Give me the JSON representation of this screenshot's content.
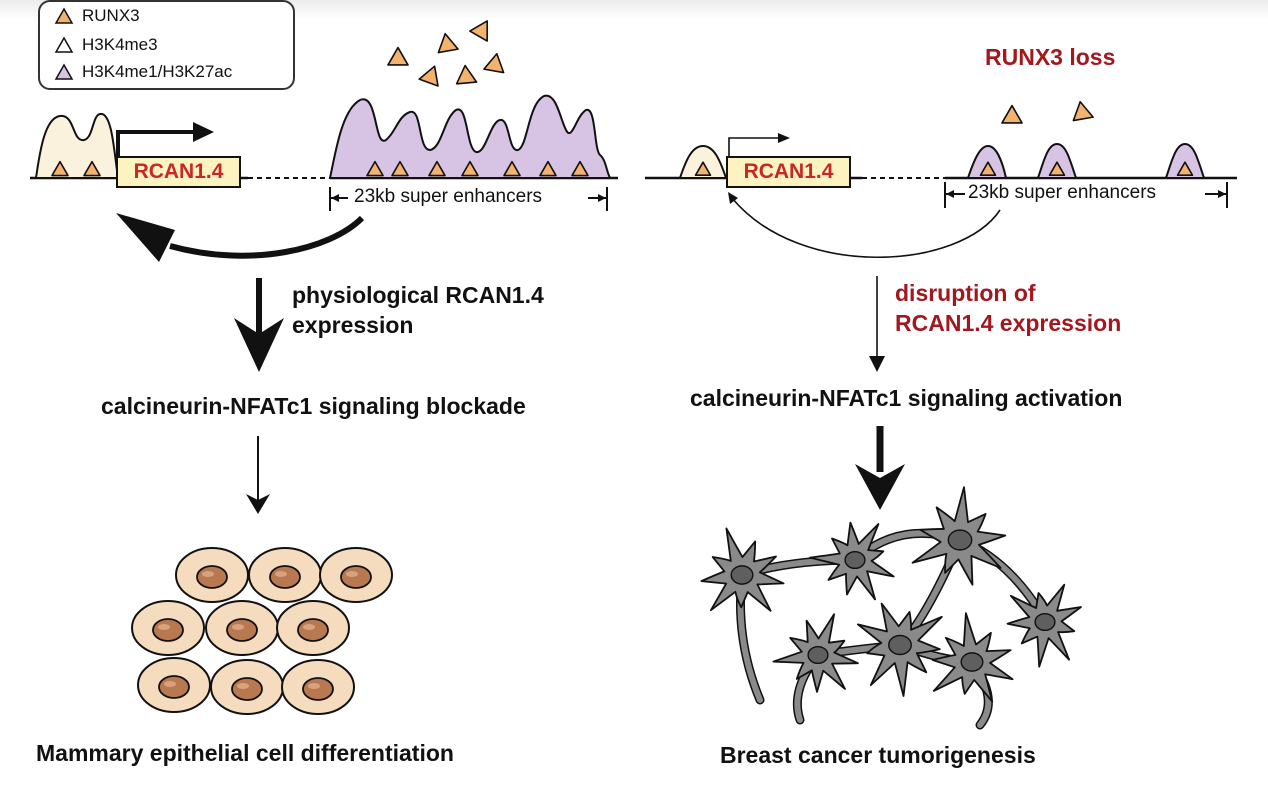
{
  "legend": {
    "items": [
      {
        "label": "RUNX3",
        "fill": "#f3b26e"
      },
      {
        "label": "H3K4me3",
        "fill": "#ffffff"
      },
      {
        "label": "H3K4me1/H3K27ac",
        "fill": "#d7c3e3"
      }
    ]
  },
  "left": {
    "gene_label": "RCAN1.4",
    "enhancer_span_label": "23kb super enhancers",
    "step1_label": "physiological RCAN1.4\nexpression",
    "pathway_label": "calcineurin-NFATc1 signaling blockade",
    "outcome_label": "Mammary epithelial cell differentiation"
  },
  "right": {
    "condition_label": "RUNX3 loss",
    "gene_label": "RCAN1.4",
    "enhancer_span_label": "23kb super enhancers",
    "step1_label": "disruption of\nRCAN1.4 expression",
    "pathway_label": "calcineurin-NFATc1 signaling activation",
    "outcome_label": "Breast cancer tumorigenesis"
  },
  "colors": {
    "runx3": "#f3b26e",
    "h3k4me3_left_fill": "#fbf2dd",
    "enhancer_peak": "#d7c3e3",
    "gene_box_fill": "#fcf3c0",
    "gene_text": "#c62828",
    "red_text": "#a3181e",
    "cell_fill": "#f6dcbf",
    "nucleus": "#b87850",
    "tumor_cell": "#8a8a8a"
  }
}
